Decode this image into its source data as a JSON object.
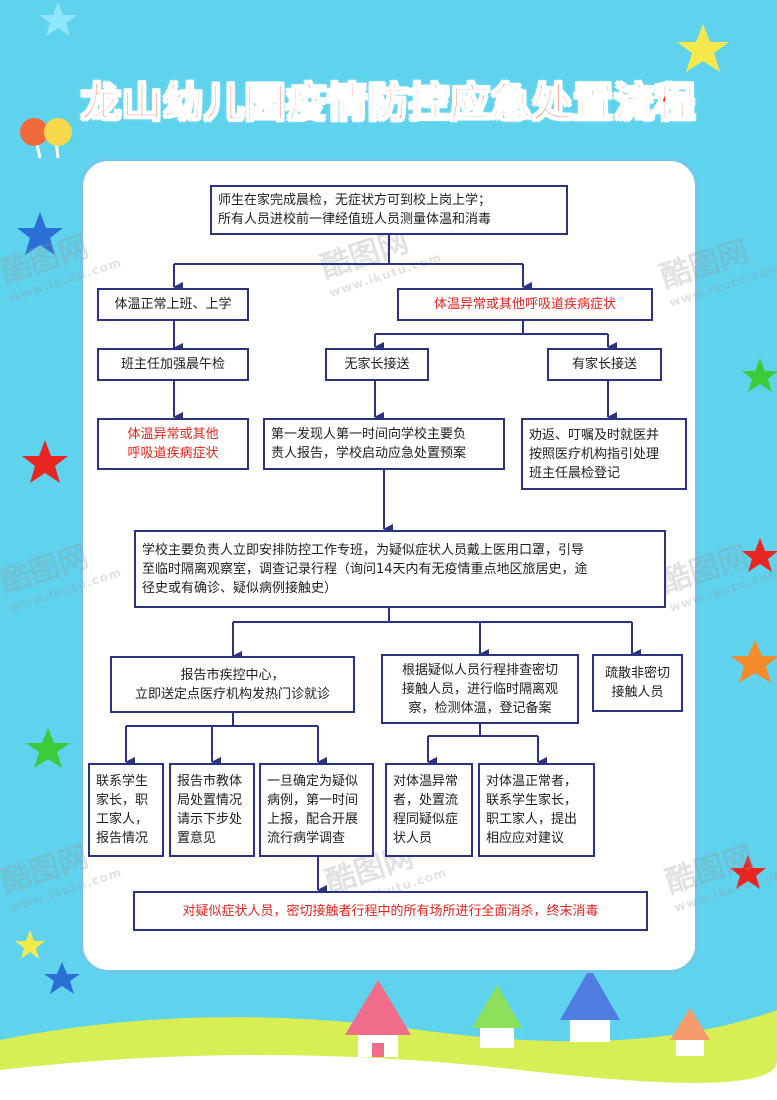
{
  "title": "龙山幼儿园疫情防控应急处置流程",
  "colors": {
    "background": "#5fd3ee",
    "title": "#e8330d",
    "box_border": "#2b3380",
    "alert_text": "#e2231a",
    "panel_border": "#6dc8ec"
  },
  "watermark": {
    "brand": "酷图网",
    "url": "www.ikutu.com"
  },
  "flow": {
    "start": "师生在家完成晨检，无症状方可到校上岗上学；\n所有人员进校前一律经值班人员测量体温和消毒",
    "normal": "体温正常上班、上学",
    "abnormal": "体温异常或其他呼吸道疾病症状",
    "noon_check": "班主任加强晨午检",
    "no_parent": "无家长接送",
    "has_parent": "有家长接送",
    "noon_abnormal": "体温异常或其他\n呼吸道疾病症状",
    "first_report": "第一发现人第一时间向学校主要负\n责人报告，学校启动应急处置预案",
    "send_home": "劝返、叮嘱及时就医并\n按照医疗机构指引处理\n班主任晨检登记",
    "principal": "学校主要负责人立即安排防控工作专班，为疑似症状人员戴上医用口罩，引导\n至临时隔离观察室，调查记录行程（询问14天内有无疫情重点地区旅居史，途\n径史或有确诊、疑似病例接触史）",
    "report_cdc": "报告市疾控中心，\n立即送定点医疗机构发热门诊就诊",
    "trace_contacts": "根据疑似人员行程排查密切\n接触人员，进行临时隔离观\n察，检测体温，登记备案",
    "evacuate": "疏散非密切\n接触人员",
    "contact_parents": "联系学生\n家长，职\n工家人，\n报告情况",
    "report_edu": "报告市教体\n局处置情况\n请示下步处\n置意见",
    "confirmed": "一旦确定为疑似\n病例，第一时间\n上报，配合开展\n流行病学调查",
    "abnormal_contacts": "对体温异常\n者，处置流\n程同疑似症\n状人员",
    "normal_contacts": "对体温正常者，\n联系学生家长，\n职工家人，提出\n相应应对建议",
    "disinfect": "对疑似症状人员，密切接触者行程中的所有场所进行全面消杀，终末消毒"
  }
}
